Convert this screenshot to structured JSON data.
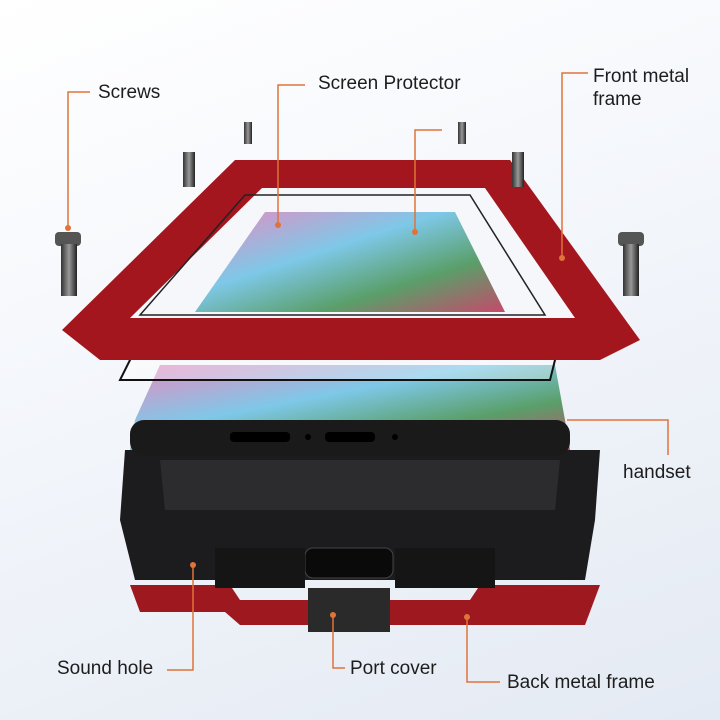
{
  "labels": {
    "screws": "Screws",
    "screen_protector": "Screen Protector",
    "front_metal_frame_line1": "Front metal",
    "front_metal_frame_line2": "frame",
    "handset": "handset",
    "sound_hole": "Sound hole",
    "port_cover": "Port cover",
    "back_metal_frame": "Back metal frame"
  },
  "colors": {
    "leader_line": "#e0733a",
    "front_frame": "#a3161e",
    "case_body": "#1c1c1e",
    "back_frame": "#9e1820"
  }
}
